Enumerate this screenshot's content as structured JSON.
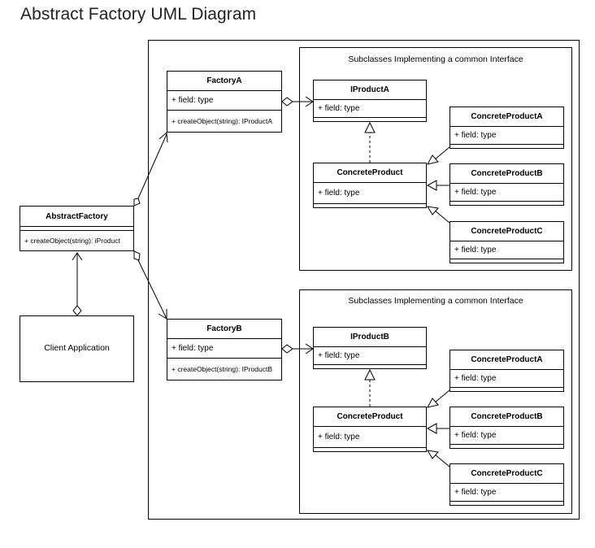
{
  "title": "Abstract Factory UML Diagram",
  "abstract_factory": {
    "name": "AbstractFactory",
    "method": "+ createObject(string): iProduct"
  },
  "client": {
    "label": "Client Application"
  },
  "factory_a": {
    "name": "FactoryA",
    "field": "+ field: type",
    "method": "+ createObject(string): IProductA"
  },
  "factory_b": {
    "name": "FactoryB",
    "field": "+ field: type",
    "method": "+ createObject(string): IProductB"
  },
  "group_a": {
    "label": "Subclasses Implementing a common Interface",
    "interface": {
      "name": "IProductA",
      "field": "+ field: type"
    },
    "concrete": {
      "name": "ConcreteProduct",
      "field": "+ field: type"
    },
    "products": [
      {
        "name": "ConcreteProductA",
        "field": "+ field: type"
      },
      {
        "name": "ConcreteProductB",
        "field": "+ field: type"
      },
      {
        "name": "ConcreteProductC",
        "field": "+ field: type"
      }
    ]
  },
  "group_b": {
    "label": "Subclasses Implementing a common Interface",
    "interface": {
      "name": "IProductB",
      "field": "+ field: type"
    },
    "concrete": {
      "name": "ConcreteProduct",
      "field": "+ field: type"
    },
    "products": [
      {
        "name": "ConcreteProductA",
        "field": "+ field: type"
      },
      {
        "name": "ConcreteProductB",
        "field": "+ field: type"
      },
      {
        "name": "ConcreteProductC",
        "field": "+ field: type"
      }
    ]
  }
}
